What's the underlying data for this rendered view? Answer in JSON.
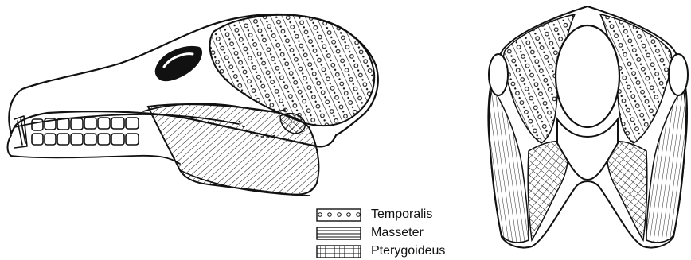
{
  "legend": {
    "items": [
      {
        "label": "Temporalis",
        "pattern": "circles"
      },
      {
        "label": "Masseter",
        "pattern": "horizontal-lines"
      },
      {
        "label": "Pterygoideus",
        "pattern": "grid"
      }
    ]
  },
  "colors": {
    "ink": "#111111",
    "background": "#ffffff"
  }
}
